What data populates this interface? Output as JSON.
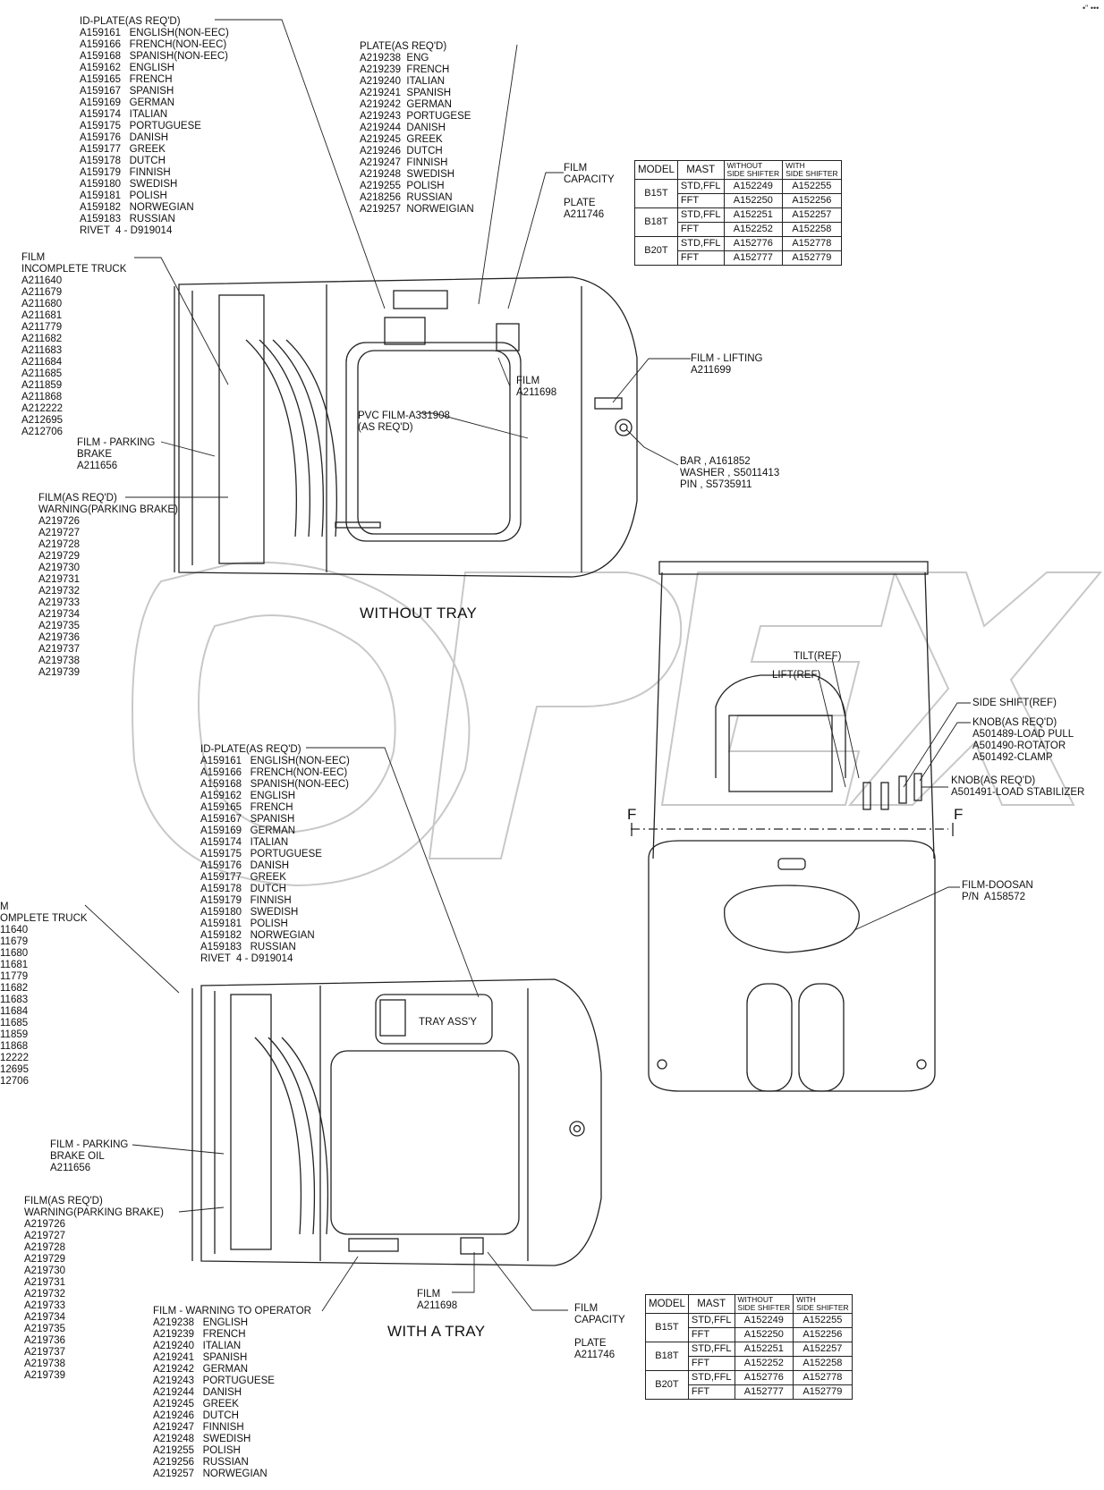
{
  "corner_mark": "•\" •••",
  "watermark": "OPEX",
  "view_titles": {
    "without_tray": "WITHOUT TRAY",
    "with_tray": "WITH A TRAY"
  },
  "labels": {
    "id_plate_top": [
      "ID-PLATE(AS REQ'D)",
      "A159161   ENGLISH(NON-EEC)",
      "A159166   FRENCH(NON-EEC)",
      "A159168   SPANISH(NON-EEC)",
      "A159162   ENGLISH",
      "A159165   FRENCH",
      "A159167   SPANISH",
      "A159169   GERMAN",
      "A159174   ITALIAN",
      "A159175   PORTUGUESE",
      "A159176   DANISH",
      "A159177   GREEK",
      "A159178   DUTCH",
      "A159179   FINNISH",
      "A159180   SWEDISH",
      "A159181   POLISH",
      "A159182   NORWEGIAN",
      "A159183   RUSSIAN",
      "RIVET  4 - D919014"
    ],
    "plate_top": [
      "PLATE(AS REQ'D)",
      "A219238  ENG",
      "A219239  FRENCH",
      "A219240  ITALIAN",
      "A219241  SPANISH",
      "A219242  GERMAN",
      "A219243  PORTUGESE",
      "A219244  DANISH",
      "A219245  GREEK",
      "A219246  DUTCH",
      "A219247  FINNISH",
      "A219248  SWEDISH",
      "A219255  POLISH",
      "A218256  RUSSIAN",
      "A219257  NORWEIGIAN"
    ],
    "film_capacity_top": [
      "FILM",
      "CAPACITY",
      "",
      "PLATE",
      "A211746"
    ],
    "film_incomplete_top": [
      "FILM",
      "INCOMPLETE TRUCK",
      "A211640",
      "A211679",
      "A211680",
      "A211681",
      "A211779",
      "A211682",
      "A211683",
      "A211684",
      "A211685",
      "A211859",
      "A211868",
      "A212222",
      "A212695",
      "A212706"
    ],
    "film_parking_top": [
      "FILM - PARKING",
      "BRAKE",
      "A211656"
    ],
    "film_warning_top": [
      "FILM(AS REQ'D)",
      "WARNING(PARKING BRAKE)",
      "A219726",
      "A219727",
      "A219728",
      "A219729",
      "A219730",
      "A219731",
      "A219732",
      "A219733",
      "A219734",
      "A219735",
      "A219736",
      "A219737",
      "A219738",
      "A219739"
    ],
    "film_a211698_top": [
      "FILM",
      "A211698"
    ],
    "pvc_film": [
      "PVC FILM-A331908",
      "(AS REQ'D)"
    ],
    "film_lifting": [
      "FILM - LIFTING",
      "A211699"
    ],
    "bar_washer_pin": [
      "BAR , A161852",
      "WASHER , S5011413",
      "PIN , S5735911"
    ],
    "tilt_ref": [
      "TILT(REF)"
    ],
    "lift_ref": [
      "LIFT(REF)"
    ],
    "side_shift_ref": [
      "SIDE SHIFT(REF)"
    ],
    "knob_rotator": [
      "KNOB(AS REQ'D)",
      "A501489-LOAD PULL",
      "A501490-ROTATOR",
      "A501492-CLAMP"
    ],
    "knob_stabilizer": [
      "KNOB(AS REQ'D)",
      "A501491-LOAD STABILIZER"
    ],
    "section_f_left": [
      "F"
    ],
    "section_f_right": [
      "F"
    ],
    "film_doosan": [
      "FILM-DOOSAN",
      "P/N  A158572"
    ],
    "id_plate_bottom": [
      "ID-PLATE(AS REQ'D)",
      "A159161   ENGLISH(NON-EEC)",
      "A159166   FRENCH(NON-EEC)",
      "A159168   SPANISH(NON-EEC)",
      "A159162   ENGLISH",
      "A159165   FRENCH",
      "A159167   SPANISH",
      "A159169   GERMAN",
      "A159174   ITALIAN",
      "A159175   PORTUGUESE",
      "A159176   DANISH",
      "A159177   GREEK",
      "A159178   DUTCH",
      "A159179   FINNISH",
      "A159180   SWEDISH",
      "A159181   POLISH",
      "A159182   NORWEGIAN",
      "A159183   RUSSIAN",
      "RIVET  4 - D919014"
    ],
    "film_incomplete_bottom": [
      "M",
      "OMPLETE TRUCK",
      "11640",
      "11679",
      "11680",
      "11681",
      "11779",
      "11682",
      "11683",
      "11684",
      "11685",
      "11859",
      "11868",
      "12222",
      "12695",
      "12706"
    ],
    "tray_assy": [
      "TRAY ASS'Y"
    ],
    "film_parking_bottom": [
      "FILM - PARKING",
      "BRAKE OIL",
      "A211656"
    ],
    "film_warning_bottom": [
      "FILM(AS REQ'D)",
      "WARNING(PARKING BRAKE)",
      "A219726",
      "A219727",
      "A219728",
      "A219729",
      "A219730",
      "A219731",
      "A219732",
      "A219733",
      "A219734",
      "A219735",
      "A219736",
      "A219737",
      "A219738",
      "A219739"
    ],
    "film_a211698_bottom": [
      "FILM",
      "A211698"
    ],
    "film_warning_operator": [
      "FILM - WARNING TO OPERATOR",
      "A219238   ENGLISH",
      "A219239   FRENCH",
      "A219240   ITALIAN",
      "A219241   SPANISH",
      "A219242   GERMAN",
      "A219243   PORTUGUESE",
      "A219244   DANISH",
      "A219245   GREEK",
      "A219246   DUTCH",
      "A219247   FINNISH",
      "A219248   SWEDISH",
      "A219255   POLISH",
      "A219256   RUSSIAN",
      "A219257   NORWEGIAN"
    ],
    "film_capacity_bottom": [
      "FILM",
      "CAPACITY",
      "",
      "PLATE",
      "A211746"
    ]
  },
  "capacity_table": {
    "headers": [
      "MODEL",
      "MAST",
      "WITHOUT\nSIDE SHIFTER",
      "WITH\nSIDE SHIFTER"
    ],
    "groups": [
      {
        "model": "B15T",
        "rows": [
          [
            "STD,FFL",
            "A152249",
            "A152255"
          ],
          [
            "FFT",
            "A152250",
            "A152256"
          ]
        ]
      },
      {
        "model": "B18T",
        "rows": [
          [
            "STD,FFL",
            "A152251",
            "A152257"
          ],
          [
            "FFT",
            "A152252",
            "A152258"
          ]
        ]
      },
      {
        "model": "B20T",
        "rows": [
          [
            "STD,FFL",
            "A152776",
            "A152778"
          ],
          [
            "FFT",
            "A152777",
            "A152779"
          ]
        ]
      }
    ]
  }
}
